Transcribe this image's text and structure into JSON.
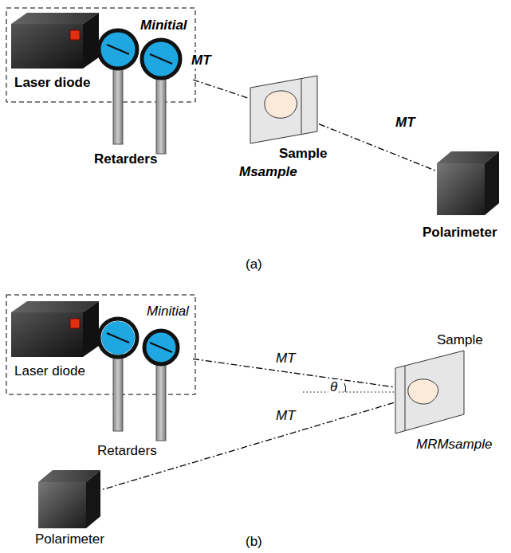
{
  "diagram": {
    "nodes": [
      {
        "text": [
          "Minitial"
        ]
      },
      {
        "text": [
          "Laser diode"
        ],
        "in": 0
      },
      {
        "text": [
          "Retarders"
        ],
        "in": 0
      },
      {
        "text": [
          "Sample",
          "Msample"
        ]
      },
      {
        "text": [
          "Polarimeter"
        ]
      },
      {
        "text": [
          "Minitial"
        ]
      },
      {
        "text": [
          "Laser diode"
        ],
        "in": 5
      },
      {
        "text": [
          "Retarders"
        ],
        "in": 5
      },
      {
        "text": [
          "Sample",
          "MRMsample"
        ]
      },
      {
        "text": [
          "Polarimeter"
        ]
      }
    ],
    "edges": [
      {
        "from": 2,
        "to": 3,
        "label": "MT",
        "arrow": "none"
      },
      {
        "from": 3,
        "to": 4,
        "label": "MT",
        "arrow": "none"
      },
      {
        "from": 7,
        "to": 8,
        "label": "MT",
        "arrow": "none"
      },
      {
        "from": 8,
        "to": 9,
        "label": "MT",
        "arrow": "none"
      }
    ],
    "labels": [
      "(a)",
      "(b)",
      "θ"
    ]
  }
}
